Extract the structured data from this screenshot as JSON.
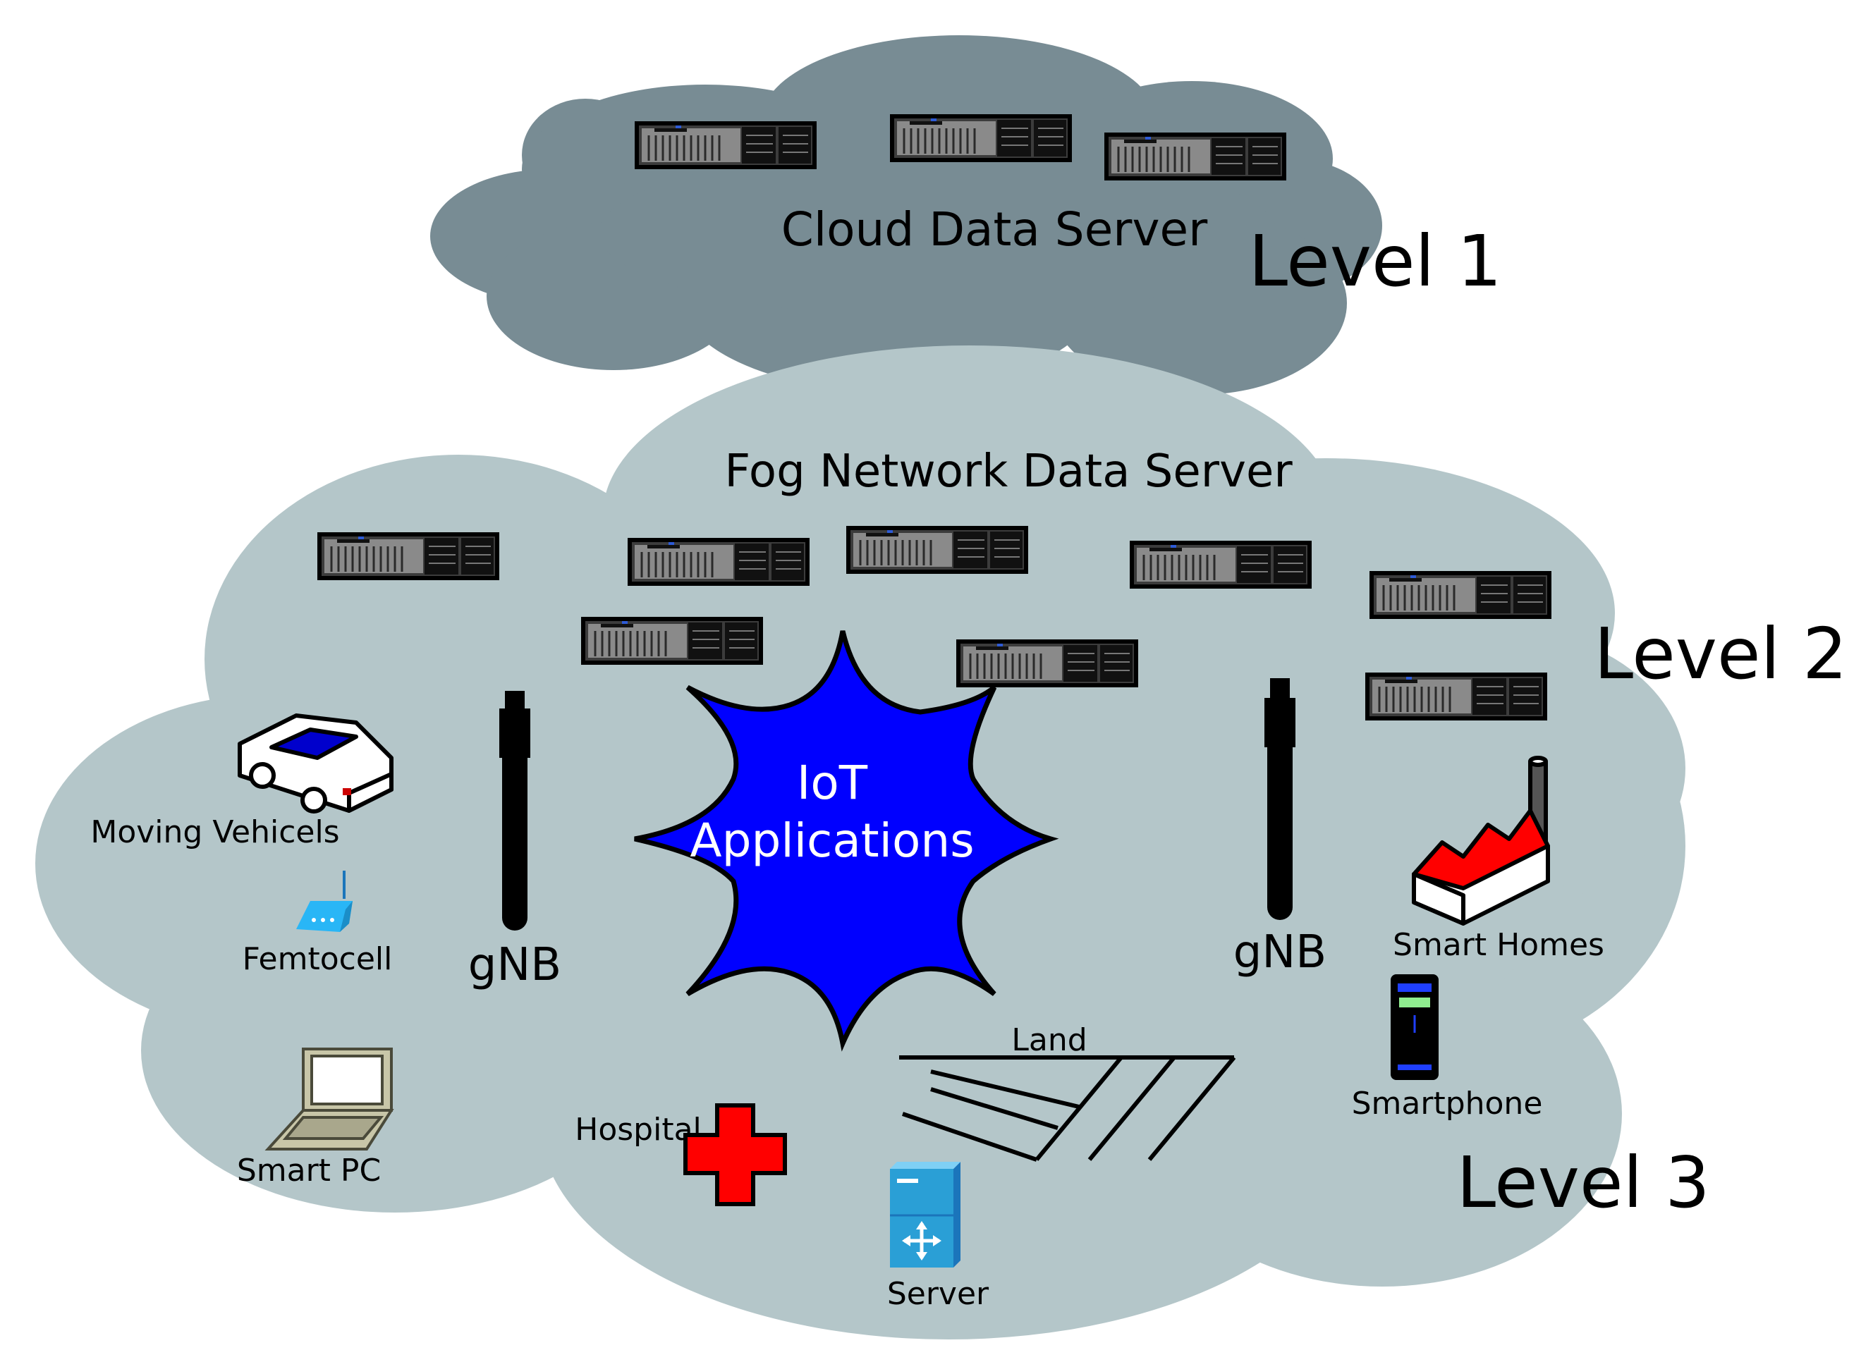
{
  "colors": {
    "cloud_fill": "#788c94",
    "fog_fill": "#b4c6c9",
    "iot_fill": "#0000ff",
    "hospital_red": "#ff0000",
    "server_blue": "#2a9fd6",
    "femtocell_blue": "#29b6f6"
  },
  "levels": {
    "level1": "Level 1",
    "level2": "Level 2",
    "level3": "Level 3"
  },
  "cloud": {
    "title": "Cloud Data Server"
  },
  "fog": {
    "title": "Fog Network Data Server"
  },
  "iot": {
    "line1": "IoT",
    "line2": "Applications"
  },
  "devices": {
    "moving_vehicles": "Moving Vehicels",
    "femtocell": "Femtocell",
    "gnb_left": "gNB",
    "gnb_right": "gNB",
    "smart_homes": "Smart Homes",
    "smartphone": "Smartphone",
    "smart_pc": "Smart PC",
    "hospital": "Hospital",
    "land": "Land",
    "server": "Server"
  },
  "icons": {
    "rack_server": "rack-server-icon",
    "car": "car-icon",
    "router": "wifi-router-icon",
    "antenna": "antenna-icon",
    "factory": "factory-icon",
    "phone": "smartphone-icon",
    "laptop": "laptop-icon",
    "cross": "medical-cross-icon",
    "field": "land-field-icon",
    "server_tower": "server-tower-icon"
  }
}
